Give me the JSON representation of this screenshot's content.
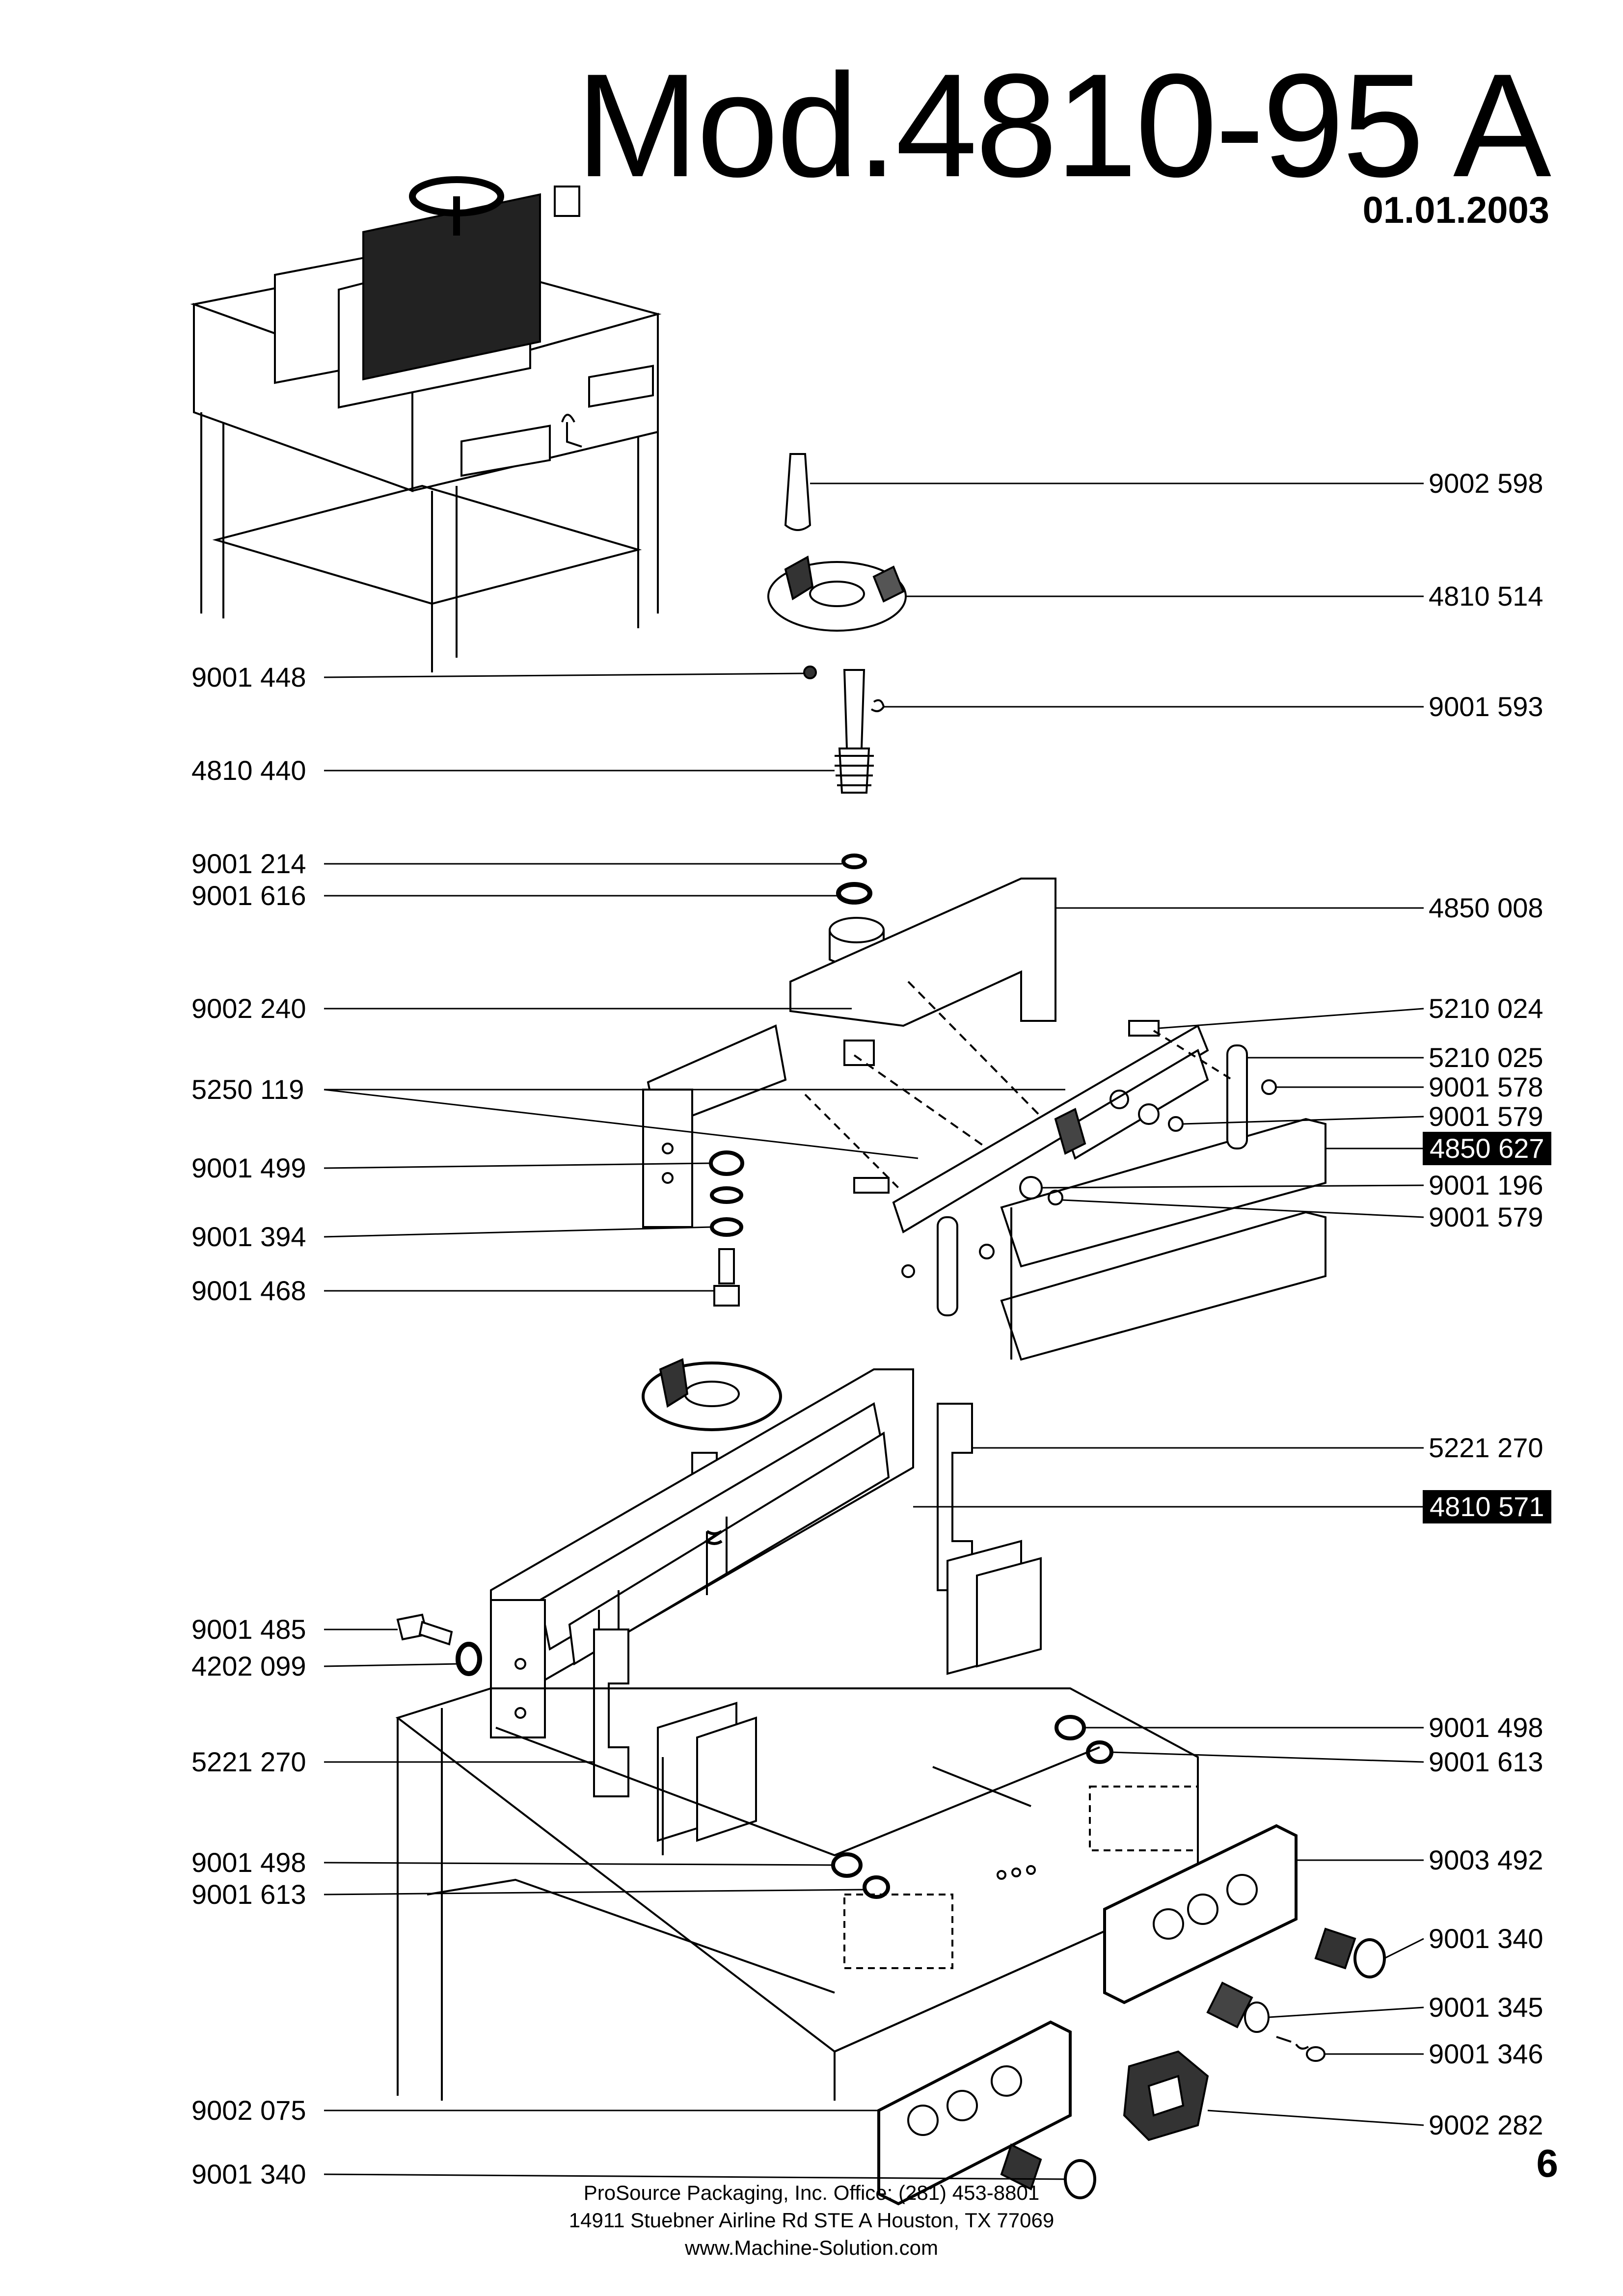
{
  "header": {
    "model": "Mod.4810-95 A",
    "date": "01.01.2003"
  },
  "parts_left": [
    {
      "number": "9001 448"
    },
    {
      "number": "4810 440"
    },
    {
      "number": "9001 214"
    },
    {
      "number": "9001 616"
    },
    {
      "number": "9002 240"
    },
    {
      "number": "5250 119"
    },
    {
      "number": "9001 499"
    },
    {
      "number": "9001 394"
    },
    {
      "number": "9001 468"
    },
    {
      "number": "9001 485"
    },
    {
      "number": "4202 099"
    },
    {
      "number": "5221 270"
    },
    {
      "number": "9001 498"
    },
    {
      "number": "9001 613"
    },
    {
      "number": "9002 075"
    },
    {
      "number": "9001 340"
    }
  ],
  "parts_right": [
    {
      "number": "9002 598"
    },
    {
      "number": "4810 514"
    },
    {
      "number": "9001 593"
    },
    {
      "number": "4850 008"
    },
    {
      "number": "5210 024"
    },
    {
      "number": "5210 025"
    },
    {
      "number": "9001 578"
    },
    {
      "number": "9001 579"
    },
    {
      "number": "4850 627",
      "highlighted": true
    },
    {
      "number": "9001 196"
    },
    {
      "number": "9001 579"
    },
    {
      "number": "5221 270"
    },
    {
      "number": "4810 571",
      "highlighted": true
    },
    {
      "number": "9001 498"
    },
    {
      "number": "9001 613"
    },
    {
      "number": "9003 492"
    },
    {
      "number": "9001 340"
    },
    {
      "number": "9001 345"
    },
    {
      "number": "9001 346"
    },
    {
      "number": "9002 282"
    }
  ],
  "page_number": "6",
  "footer": {
    "line1": "ProSource Packaging, Inc.      Office: (281) 453-8801",
    "line2": "14911 Stuebner Airline Rd STE A Houston, TX 77069",
    "line3": "www.Machine-Solution.com"
  }
}
